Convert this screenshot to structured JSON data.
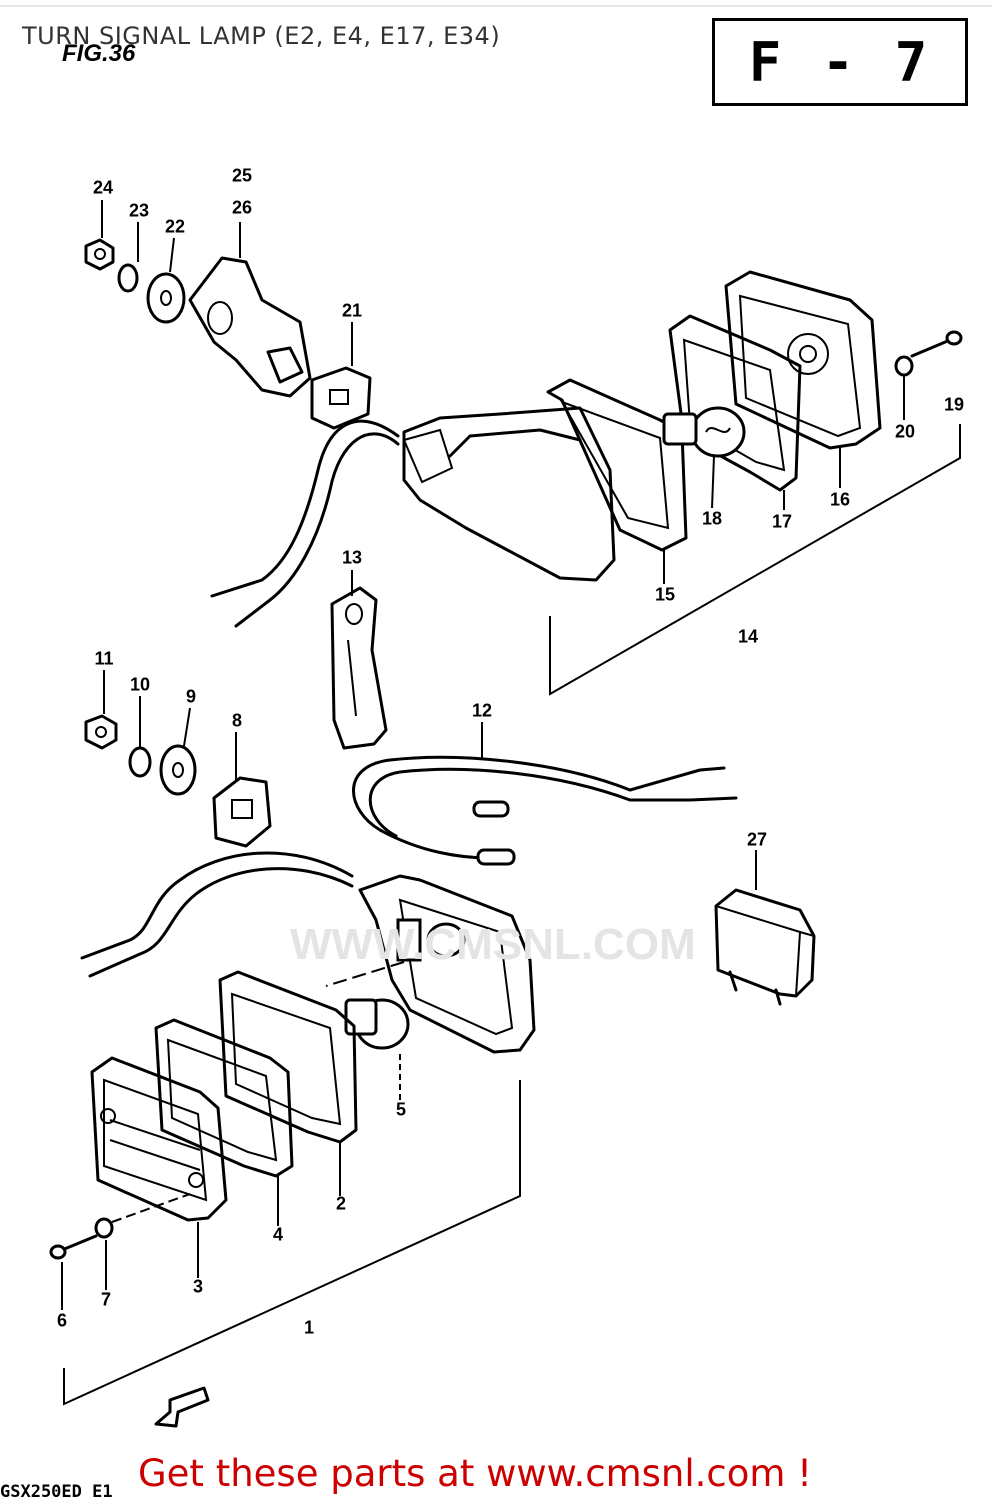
{
  "header": {
    "title": "TURN SIGNAL LAMP (E2, E4, E17, E34)",
    "figure": "FIG.36",
    "section_code": "F - 7"
  },
  "footer": {
    "model_code": "GSX250ED E1",
    "promo": "Get these parts at www.cmsnl.com !"
  },
  "watermark": "WWW.CMSNL.COM",
  "part_numbers": {
    "p1": "1",
    "p2": "2",
    "p3": "3",
    "p4": "4",
    "p5": "5",
    "p6": "6",
    "p7": "7",
    "p8": "8",
    "p9": "9",
    "p10": "10",
    "p11": "11",
    "p12": "12",
    "p13": "13",
    "p14": "14",
    "p15": "15",
    "p16": "16",
    "p17": "17",
    "p18": "18",
    "p19": "19",
    "p20": "20",
    "p21": "21",
    "p22": "22",
    "p23": "23",
    "p24": "24",
    "p25": "25",
    "p26": "26",
    "p27": "27"
  },
  "colors": {
    "promo": "#cc0000",
    "line": "#000000"
  }
}
